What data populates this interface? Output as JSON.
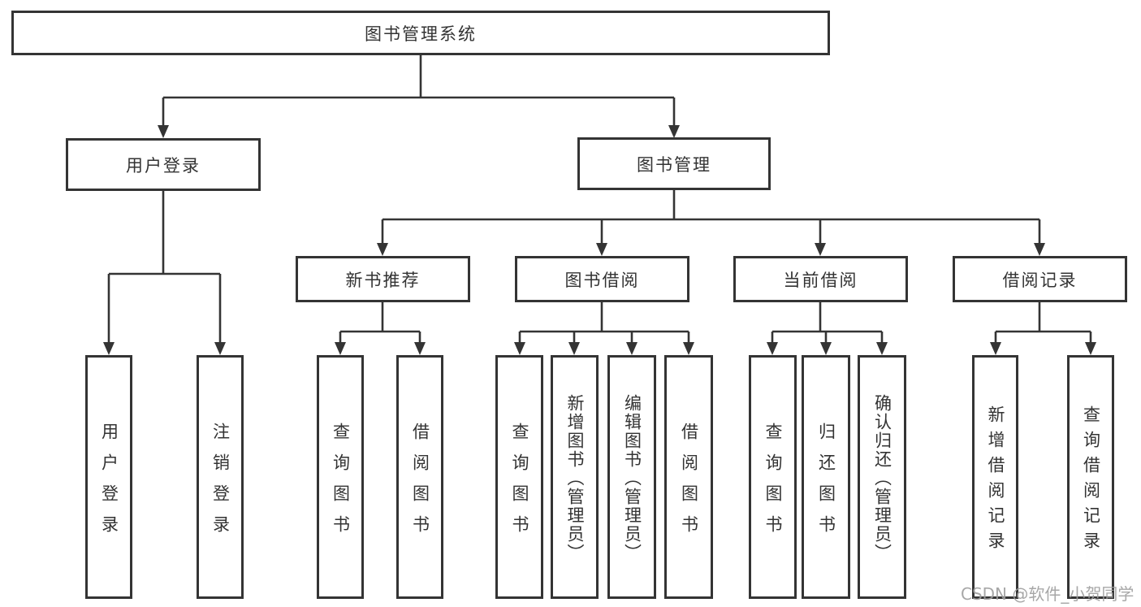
{
  "tree": {
    "root": "图书管理系统",
    "level2": [
      "用户登录",
      "图书管理"
    ],
    "level3": [
      "新书推荐",
      "图书借阅",
      "当前借阅",
      "借阅记录"
    ],
    "leaves": {
      "user_login": [
        "用户登录",
        "注销登录"
      ],
      "new_book_recommendation": [
        "查询图书",
        "借阅图书"
      ],
      "book_borrowing": [
        "查询图书",
        "新增图书（管理员）",
        "编辑图书（管理员）",
        "借阅图书"
      ],
      "current_borrowing": [
        "查询图书",
        "归还图书",
        "确认归还（管理员）"
      ],
      "borrowing_records": [
        "新增借阅记录",
        "查询借阅记录"
      ]
    }
  },
  "watermark": {
    "text": "CSDN @软件_小贺同学"
  },
  "colors": {
    "line": "#343434",
    "text": "#333333",
    "watermark": "#9e9e9e",
    "background": "#ffffff"
  }
}
